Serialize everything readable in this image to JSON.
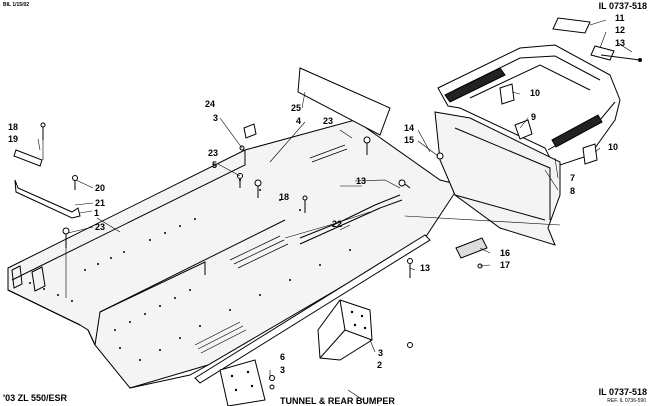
{
  "header": {
    "date_code": "BIL 1/15/02",
    "illustration_number": "IL 0737-518"
  },
  "footer": {
    "model": "'03 ZL 550/ESR",
    "title": "TUNNEL & REAR BUMPER",
    "illustration_number": "IL 0737-518",
    "reference": "REF. IL 0736-590"
  },
  "callouts": [
    "1",
    "2",
    "3",
    "4",
    "5",
    "6",
    "7",
    "8",
    "9",
    "10",
    "11",
    "12",
    "13",
    "14",
    "15",
    "16",
    "17",
    "18",
    "19",
    "20",
    "21",
    "22",
    "23",
    "24",
    "25"
  ],
  "colors": {
    "ink": "#000000",
    "paper": "#ffffff",
    "panel_fill": "#f4f4f4"
  }
}
